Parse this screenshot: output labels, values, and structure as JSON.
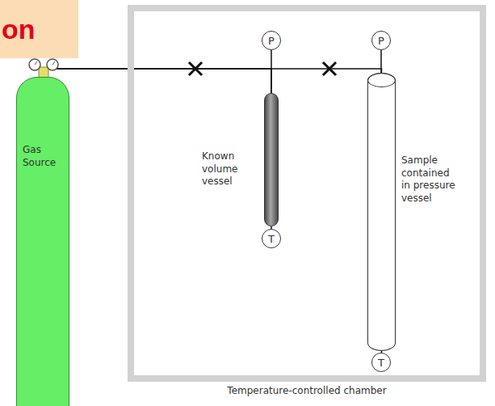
{
  "diagram": {
    "title": "on",
    "nodes": [
      {
        "text": [
          "Gas Source"
        ]
      },
      {
        "text": [
          "Temperature-controlled chamber"
        ]
      },
      {
        "text": [
          "P"
        ],
        "in": 1
      },
      {
        "text": [
          "Known volume vessel"
        ],
        "in": 1
      },
      {
        "text": [
          "T"
        ],
        "in": 1
      },
      {
        "text": [
          "P"
        ],
        "in": 1
      },
      {
        "text": [
          "Sample contained in pressure vessel"
        ],
        "in": 1
      },
      {
        "text": [
          "T"
        ],
        "in": 1
      }
    ],
    "edges": [
      {
        "from": 0,
        "to": 3,
        "arrow": "none"
      },
      {
        "from": 0,
        "to": 6,
        "arrow": "none"
      },
      {
        "from": 2,
        "to": 3,
        "arrow": "none"
      },
      {
        "from": 3,
        "to": 4,
        "arrow": "none"
      },
      {
        "from": 5,
        "to": 6,
        "arrow": "none"
      },
      {
        "from": 6,
        "to": 7,
        "arrow": "none"
      }
    ]
  }
}
